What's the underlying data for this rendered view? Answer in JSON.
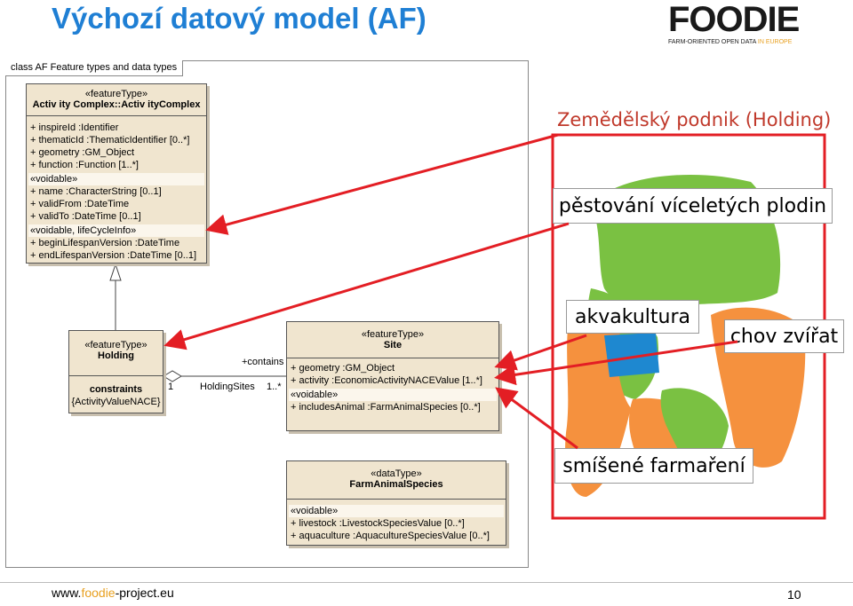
{
  "title": "Výchozí datový model (AF)",
  "logo": {
    "word": "FOODIE",
    "tagline_part1": "FARM-ORIENTED OPEN DATA ",
    "tagline_part2": "IN EUROPE"
  },
  "diagram": {
    "frame_label": "class AF Feature types and data types",
    "activity_complex": {
      "stereotype": "«featureType»",
      "name": "Activ ity Complex::Activ ityComplex",
      "attributes": [
        "+   inspireId  :Identifier",
        "+   thematicId  :ThematicIdentifier [0..*]",
        "+   geometry  :GM_Object",
        "+   function  :Function [1..*]"
      ],
      "voidable_label": "«voidable»",
      "voidable_attributes": [
        "+   name  :CharacterString [0..1]",
        "+   validFrom  :DateTime",
        "+   validTo  :DateTime [0..1]"
      ],
      "lifecycle_label": "«voidable, lifeCycleInfo»",
      "lifecycle_attributes": [
        "+   beginLifespanVersion  :DateTime",
        "+   endLifespanVersion  :DateTime [0..1]"
      ]
    },
    "holding": {
      "stereotype": "«featureType»",
      "name": "Holding",
      "constraints_label": "constraints",
      "constraint": "{ActivityValueNACE}"
    },
    "site": {
      "stereotype": "«featureType»",
      "name": "Site",
      "attributes": [
        "+   geometry  :GM_Object",
        "+   activity  :EconomicActivityNACEValue [1..*]"
      ],
      "voidable_label": "«voidable»",
      "voidable_attributes": [
        "+   includesAnimal  :FarmAnimalSpecies [0..*]"
      ]
    },
    "farm_animal_species": {
      "stereotype": "«dataType»",
      "name": "FarmAnimalSpecies",
      "voidable_label": "«voidable»",
      "voidable_attributes": [
        "+   livestock  :LivestockSpeciesValue [0..*]",
        "+   aquaculture  :AquacultureSpeciesValue [0..*]"
      ]
    },
    "association": {
      "role": "+contains",
      "source_multiplicity": "1",
      "target_role": "HoldingSites",
      "target_multiplicity": "1..*"
    }
  },
  "map": {
    "holding_title": "Zemědělský podnik (Holding)",
    "labels": {
      "perennial": "pěstování víceletých plodin",
      "aquaculture": "akvakultura",
      "livestock": "chov zvířat",
      "mixed": "smíšené farmaření"
    },
    "colors": {
      "green": "#7ac142",
      "orange": "#f5913e",
      "blue": "#1e88d0",
      "red_frame": "#e31e24"
    }
  },
  "footer": {
    "url_part1": "www.",
    "url_part2": "foodie",
    "url_part3": "-project.eu",
    "page_number": "10"
  }
}
